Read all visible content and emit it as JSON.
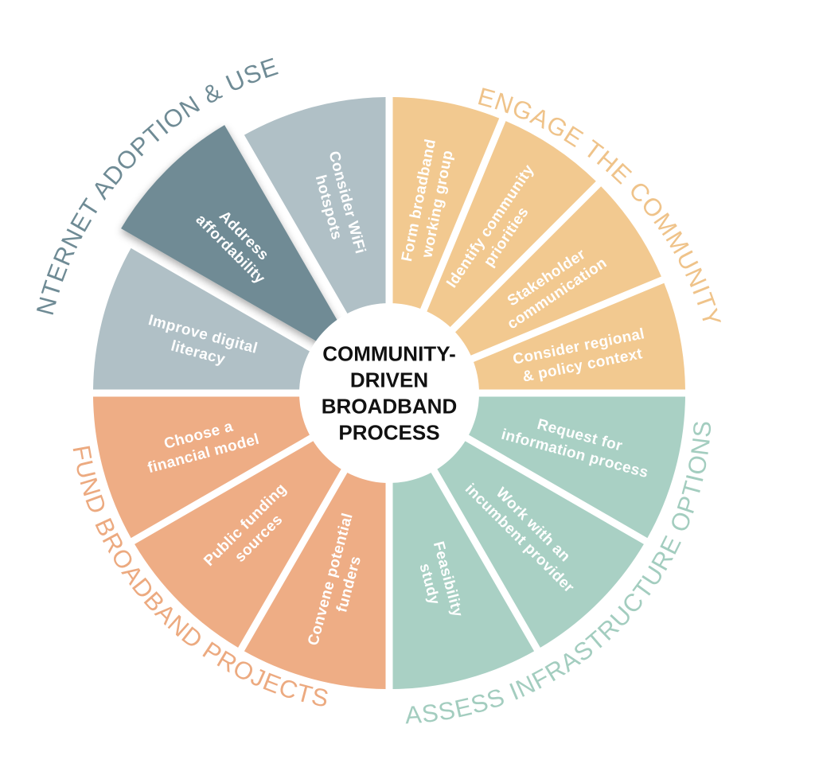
{
  "center": {
    "lines": [
      "COMMUNITY-",
      "DRIVEN",
      "BROADBAND",
      "PROCESS"
    ]
  },
  "colors": {
    "engage": "#f2c990",
    "assess": "#a9d0c4",
    "fund": "#eead85",
    "adoption_light": "#b0c0c6",
    "adoption_dark": "#6f8b95",
    "engage_text": "#efc38a",
    "assess_text": "#a3cdbf",
    "fund_text": "#ecaa80",
    "adoption_text": "#6f8b95"
  },
  "categories": [
    {
      "id": "engage",
      "label": "ENGAGE THE COMMUNITY",
      "color_key": "engage_text"
    },
    {
      "id": "assess",
      "label": "ASSESS INFRASTRUCTURE OPTIONS",
      "color_key": "assess_text"
    },
    {
      "id": "fund",
      "label": "FUND BROADBAND PROJECTS",
      "color_key": "fund_text"
    },
    {
      "id": "adoption",
      "label": "INTERNET ADOPTION & USE",
      "color_key": "adoption_text"
    }
  ],
  "segments": [
    {
      "category": "engage",
      "lines": [
        "Form broadband",
        "working group"
      ],
      "color_key": "engage"
    },
    {
      "category": "engage",
      "lines": [
        "Identify community",
        "priorities"
      ],
      "color_key": "engage"
    },
    {
      "category": "engage",
      "lines": [
        "Stakeholder",
        "communication"
      ],
      "color_key": "engage"
    },
    {
      "category": "engage",
      "lines": [
        "Consider regional",
        "& policy context"
      ],
      "color_key": "engage"
    },
    {
      "category": "assess",
      "lines": [
        "Request for",
        "information process"
      ],
      "color_key": "assess"
    },
    {
      "category": "assess",
      "lines": [
        "Work with an",
        "incumbent provider"
      ],
      "color_key": "assess"
    },
    {
      "category": "assess",
      "lines": [
        "Feasibility",
        "study"
      ],
      "color_key": "assess"
    },
    {
      "category": "fund",
      "lines": [
        "Convene potential",
        "funders"
      ],
      "color_key": "fund"
    },
    {
      "category": "fund",
      "lines": [
        "Public funding",
        "sources"
      ],
      "color_key": "fund"
    },
    {
      "category": "fund",
      "lines": [
        "Choose a",
        "financial model"
      ],
      "color_key": "fund"
    },
    {
      "category": "adoption",
      "lines": [
        "Improve digital",
        "literacy"
      ],
      "color_key": "adoption_light"
    },
    {
      "category": "adoption",
      "lines": [
        "Address",
        "affordability"
      ],
      "color_key": "adoption_dark",
      "highlighted": true
    },
    {
      "category": "adoption",
      "lines": [
        "Consider WiFi",
        "hotspots"
      ],
      "color_key": "adoption_light"
    }
  ]
}
